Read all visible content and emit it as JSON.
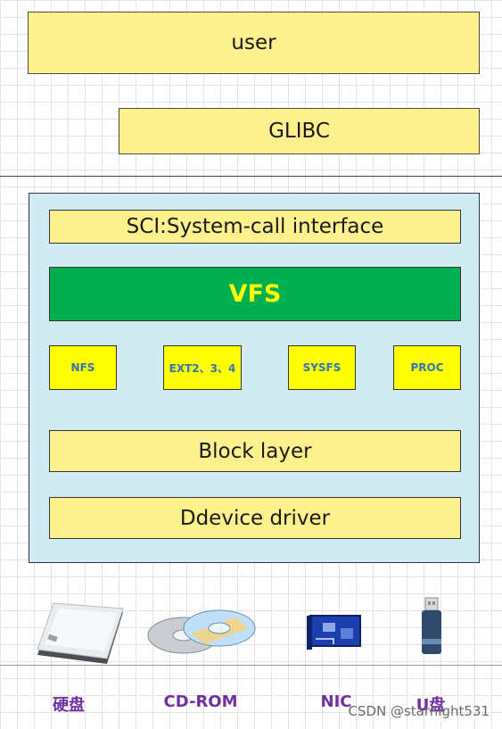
{
  "user_space": {
    "user": "user",
    "glibc": "GLIBC"
  },
  "kernel": {
    "sci": "SCI:System-call interface",
    "vfs": "VFS",
    "filesystems": [
      "NFS",
      "EXT2、3、4",
      "SYSFS",
      "PROC"
    ],
    "block": "Block layer",
    "driver": "Ddevice driver"
  },
  "devices": [
    "硬盘",
    "CD-ROM",
    "NIC",
    "U盘"
  ],
  "watermark": "CSDN @starnight531",
  "colors": {
    "box_fill": "#fcf18c",
    "kernel_fill": "#d2ebf3",
    "vfs_fill": "#00b050",
    "vfs_text": "#ffff00",
    "fs_fill": "#ffff00",
    "fs_text": "#2e75b6",
    "device_text": "#7030a0"
  }
}
